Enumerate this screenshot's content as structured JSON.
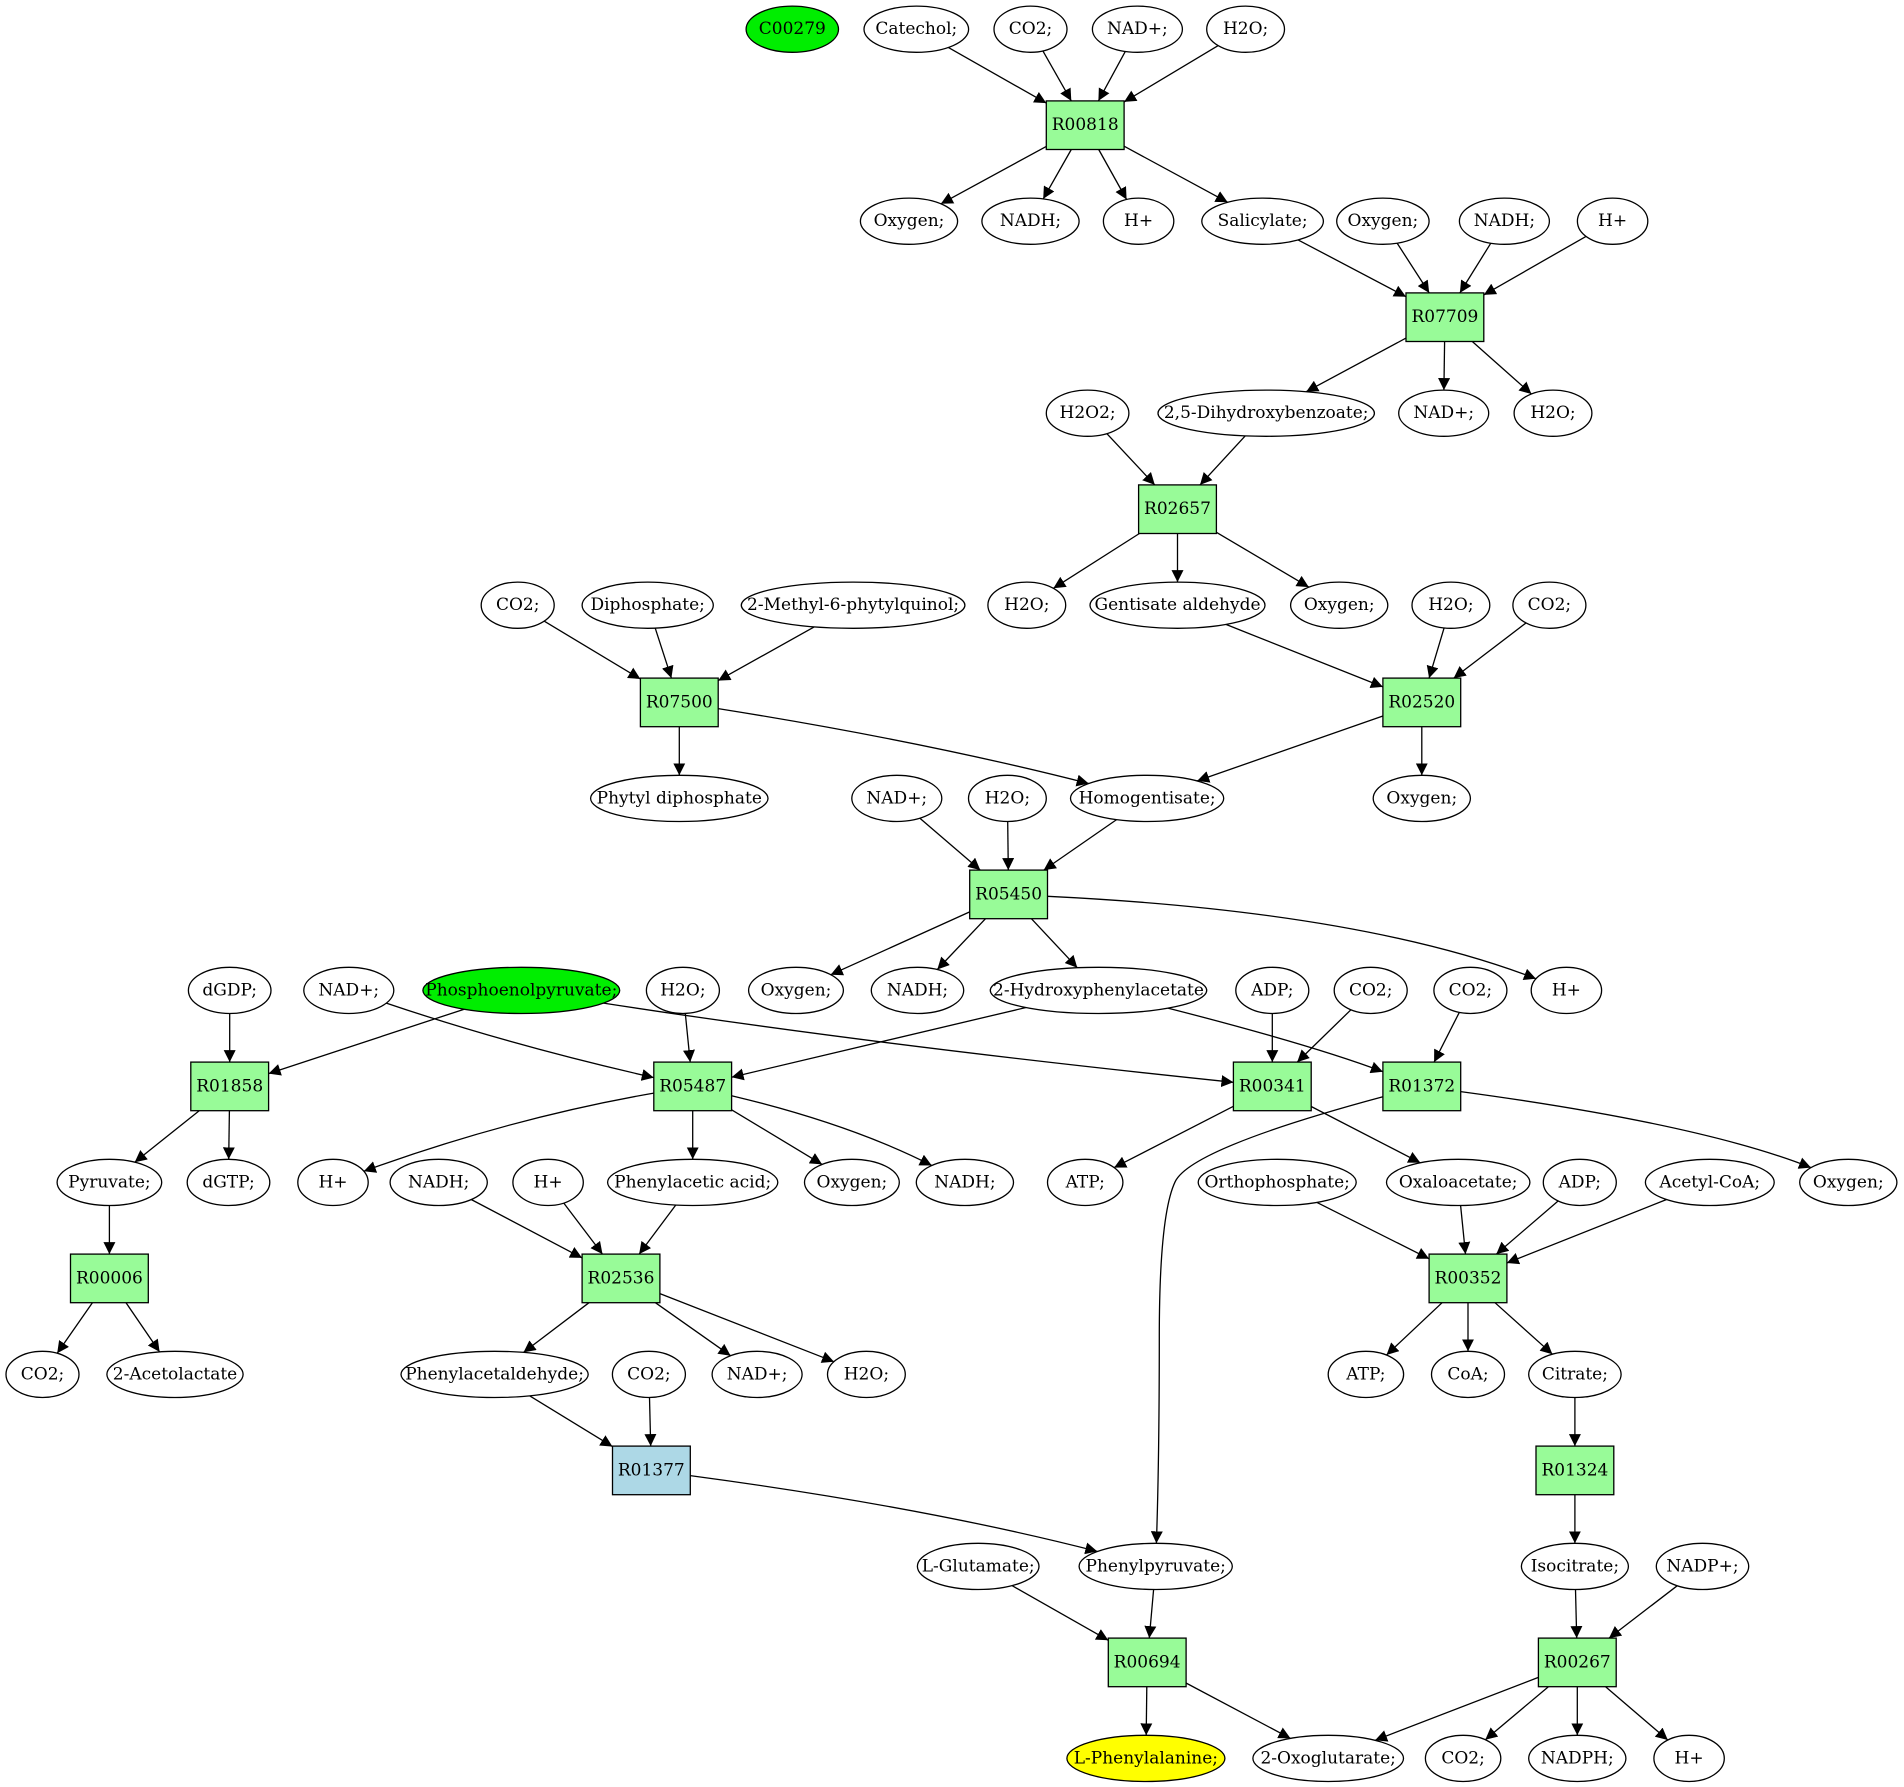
{
  "colors": {
    "reaction": "#98fb98",
    "reaction_highlight": "#add8e6",
    "compound": "#ffffff",
    "compound_source": "#00ee00",
    "compound_target": "#ffff00",
    "stroke": "#000000"
  },
  "nodes": [
    {
      "id": "c00279",
      "label": "C00279",
      "kind": "compound",
      "style": "source"
    },
    {
      "id": "catechol",
      "label": "Catechol;",
      "kind": "compound"
    },
    {
      "id": "co2_a",
      "label": "CO2;",
      "kind": "compound"
    },
    {
      "id": "nadp_a",
      "label": "NAD+;",
      "kind": "compound"
    },
    {
      "id": "h2o_a",
      "label": "H2O;",
      "kind": "compound"
    },
    {
      "id": "R00818",
      "label": "R00818",
      "kind": "reaction"
    },
    {
      "id": "oxy_a",
      "label": "Oxygen;",
      "kind": "compound"
    },
    {
      "id": "nadh_a",
      "label": "NADH;",
      "kind": "compound"
    },
    {
      "id": "hp_a",
      "label": "H+",
      "kind": "compound"
    },
    {
      "id": "salicylate",
      "label": "Salicylate;",
      "kind": "compound"
    },
    {
      "id": "oxy_b",
      "label": "Oxygen;",
      "kind": "compound"
    },
    {
      "id": "nadh_b",
      "label": "NADH;",
      "kind": "compound"
    },
    {
      "id": "hp_b",
      "label": "H+",
      "kind": "compound"
    },
    {
      "id": "R07709",
      "label": "R07709",
      "kind": "reaction"
    },
    {
      "id": "h2o2",
      "label": "H2O2;",
      "kind": "compound"
    },
    {
      "id": "dhb",
      "label": "2,5-Dihydroxybenzoate;",
      "kind": "compound"
    },
    {
      "id": "nadp_b",
      "label": "NAD+;",
      "kind": "compound"
    },
    {
      "id": "h2o_b",
      "label": "H2O;",
      "kind": "compound"
    },
    {
      "id": "R02657",
      "label": "R02657",
      "kind": "reaction"
    },
    {
      "id": "co2_b",
      "label": "CO2;",
      "kind": "compound"
    },
    {
      "id": "diphosphate",
      "label": "Diphosphate;",
      "kind": "compound"
    },
    {
      "id": "mpq",
      "label": "2-Methyl-6-phytylquinol;",
      "kind": "compound"
    },
    {
      "id": "h2o_c",
      "label": "H2O;",
      "kind": "compound"
    },
    {
      "id": "gentisate",
      "label": "Gentisate aldehyde",
      "kind": "compound"
    },
    {
      "id": "oxy_c",
      "label": "Oxygen;",
      "kind": "compound"
    },
    {
      "id": "h2o_d",
      "label": "H2O;",
      "kind": "compound"
    },
    {
      "id": "co2_c",
      "label": "CO2;",
      "kind": "compound"
    },
    {
      "id": "R07500",
      "label": "R07500",
      "kind": "reaction"
    },
    {
      "id": "R02520",
      "label": "R02520",
      "kind": "reaction"
    },
    {
      "id": "phytyl",
      "label": "Phytyl diphosphate",
      "kind": "compound"
    },
    {
      "id": "nadp_c",
      "label": "NAD+;",
      "kind": "compound"
    },
    {
      "id": "h2o_e",
      "label": "H2O;",
      "kind": "compound"
    },
    {
      "id": "homogentisate",
      "label": "Homogentisate;",
      "kind": "compound"
    },
    {
      "id": "oxy_d",
      "label": "Oxygen;",
      "kind": "compound"
    },
    {
      "id": "R05450",
      "label": "R05450",
      "kind": "reaction"
    },
    {
      "id": "dgdp",
      "label": "dGDP;",
      "kind": "compound"
    },
    {
      "id": "nadp_d",
      "label": "NAD+;",
      "kind": "compound"
    },
    {
      "id": "pep",
      "label": "Phosphoenolpyruvate;",
      "kind": "compound",
      "style": "source"
    },
    {
      "id": "h2o_f",
      "label": "H2O;",
      "kind": "compound"
    },
    {
      "id": "oxy_e",
      "label": "Oxygen;",
      "kind": "compound"
    },
    {
      "id": "nadh_c",
      "label": "NADH;",
      "kind": "compound"
    },
    {
      "id": "hpa",
      "label": "2-Hydroxyphenylacetate",
      "kind": "compound"
    },
    {
      "id": "adp_a",
      "label": "ADP;",
      "kind": "compound"
    },
    {
      "id": "co2_d",
      "label": "CO2;",
      "kind": "compound"
    },
    {
      "id": "co2_e",
      "label": "CO2;",
      "kind": "compound"
    },
    {
      "id": "hp_c",
      "label": "H+",
      "kind": "compound"
    },
    {
      "id": "R01858",
      "label": "R01858",
      "kind": "reaction"
    },
    {
      "id": "R05487",
      "label": "R05487",
      "kind": "reaction"
    },
    {
      "id": "R00341",
      "label": "R00341",
      "kind": "reaction"
    },
    {
      "id": "R01372",
      "label": "R01372",
      "kind": "reaction"
    },
    {
      "id": "pyruvate",
      "label": "Pyruvate;",
      "kind": "compound"
    },
    {
      "id": "dgtp",
      "label": "dGTP;",
      "kind": "compound"
    },
    {
      "id": "hp_d",
      "label": "H+",
      "kind": "compound"
    },
    {
      "id": "nadh_d",
      "label": "NADH;",
      "kind": "compound"
    },
    {
      "id": "hp_e",
      "label": "H+",
      "kind": "compound"
    },
    {
      "id": "paa",
      "label": "Phenylacetic acid;",
      "kind": "compound"
    },
    {
      "id": "oxy_f",
      "label": "Oxygen;",
      "kind": "compound"
    },
    {
      "id": "nadh_e",
      "label": "NADH;",
      "kind": "compound"
    },
    {
      "id": "atp_a",
      "label": "ATP;",
      "kind": "compound"
    },
    {
      "id": "orthophosphate",
      "label": "Orthophosphate;",
      "kind": "compound"
    },
    {
      "id": "oxaloacetate",
      "label": "Oxaloacetate;",
      "kind": "compound"
    },
    {
      "id": "adp_b",
      "label": "ADP;",
      "kind": "compound"
    },
    {
      "id": "acetylcoa",
      "label": "Acetyl-CoA;",
      "kind": "compound"
    },
    {
      "id": "oxy_g",
      "label": "Oxygen;",
      "kind": "compound"
    },
    {
      "id": "R00006",
      "label": "R00006",
      "kind": "reaction"
    },
    {
      "id": "R02536",
      "label": "R02536",
      "kind": "reaction"
    },
    {
      "id": "R00352",
      "label": "R00352",
      "kind": "reaction"
    },
    {
      "id": "co2_f",
      "label": "CO2;",
      "kind": "compound"
    },
    {
      "id": "acetolactate",
      "label": "2-Acetolactate",
      "kind": "compound"
    },
    {
      "id": "phenylacetaldehyde",
      "label": "Phenylacetaldehyde;",
      "kind": "compound"
    },
    {
      "id": "co2_g",
      "label": "CO2;",
      "kind": "compound"
    },
    {
      "id": "nadp_e",
      "label": "NAD+;",
      "kind": "compound"
    },
    {
      "id": "h2o_g",
      "label": "H2O;",
      "kind": "compound"
    },
    {
      "id": "atp_b",
      "label": "ATP;",
      "kind": "compound"
    },
    {
      "id": "coa",
      "label": "CoA;",
      "kind": "compound"
    },
    {
      "id": "citrate",
      "label": "Citrate;",
      "kind": "compound"
    },
    {
      "id": "R01377",
      "label": "R01377",
      "kind": "reaction",
      "style": "highlight"
    },
    {
      "id": "R01324",
      "label": "R01324",
      "kind": "reaction"
    },
    {
      "id": "glutamate",
      "label": "L-Glutamate;",
      "kind": "compound"
    },
    {
      "id": "phenylpyruvate",
      "label": "Phenylpyruvate;",
      "kind": "compound"
    },
    {
      "id": "isocitrate",
      "label": "Isocitrate;",
      "kind": "compound"
    },
    {
      "id": "nadpplus",
      "label": "NADP+;",
      "kind": "compound"
    },
    {
      "id": "R00694",
      "label": "R00694",
      "kind": "reaction"
    },
    {
      "id": "R00267",
      "label": "R00267",
      "kind": "reaction"
    },
    {
      "id": "phe",
      "label": "L-Phenylalanine;",
      "kind": "compound",
      "style": "target"
    },
    {
      "id": "oxoglutarate",
      "label": "2-Oxoglutarate;",
      "kind": "compound"
    },
    {
      "id": "co2_h",
      "label": "CO2;",
      "kind": "compound"
    },
    {
      "id": "nadph",
      "label": "NADPH;",
      "kind": "compound"
    },
    {
      "id": "hp_f",
      "label": "H+",
      "kind": "compound"
    }
  ],
  "edges": [
    [
      "catechol",
      "R00818"
    ],
    [
      "co2_a",
      "R00818"
    ],
    [
      "nadp_a",
      "R00818"
    ],
    [
      "h2o_a",
      "R00818"
    ],
    [
      "R00818",
      "oxy_a"
    ],
    [
      "R00818",
      "nadh_a"
    ],
    [
      "R00818",
      "hp_a"
    ],
    [
      "R00818",
      "salicylate"
    ],
    [
      "salicylate",
      "R07709"
    ],
    [
      "oxy_b",
      "R07709"
    ],
    [
      "nadh_b",
      "R07709"
    ],
    [
      "hp_b",
      "R07709"
    ],
    [
      "R07709",
      "dhb"
    ],
    [
      "R07709",
      "nadp_b"
    ],
    [
      "R07709",
      "h2o_b"
    ],
    [
      "h2o2",
      "R02657"
    ],
    [
      "dhb",
      "R02657"
    ],
    [
      "R02657",
      "h2o_c"
    ],
    [
      "R02657",
      "gentisate"
    ],
    [
      "R02657",
      "oxy_c"
    ],
    [
      "co2_b",
      "R07500"
    ],
    [
      "diphosphate",
      "R07500"
    ],
    [
      "mpq",
      "R07500"
    ],
    [
      "R07500",
      "phytyl"
    ],
    [
      "R07500",
      "homogentisate"
    ],
    [
      "gentisate",
      "R02520"
    ],
    [
      "h2o_d",
      "R02520"
    ],
    [
      "co2_c",
      "R02520"
    ],
    [
      "R02520",
      "homogentisate"
    ],
    [
      "R02520",
      "oxy_d"
    ],
    [
      "nadp_c",
      "R05450"
    ],
    [
      "h2o_e",
      "R05450"
    ],
    [
      "homogentisate",
      "R05450"
    ],
    [
      "R05450",
      "oxy_e"
    ],
    [
      "R05450",
      "nadh_c"
    ],
    [
      "R05450",
      "hpa"
    ],
    [
      "R05450",
      "hp_c"
    ],
    [
      "dgdp",
      "R01858"
    ],
    [
      "pep",
      "R01858"
    ],
    [
      "R01858",
      "pyruvate"
    ],
    [
      "R01858",
      "dgtp"
    ],
    [
      "nadp_d",
      "R05487"
    ],
    [
      "h2o_f",
      "R05487"
    ],
    [
      "hpa",
      "R05487"
    ],
    [
      "R05487",
      "hp_d"
    ],
    [
      "R05487",
      "paa"
    ],
    [
      "R05487",
      "oxy_f"
    ],
    [
      "R05487",
      "nadh_e"
    ],
    [
      "pep",
      "R00341"
    ],
    [
      "adp_a",
      "R00341"
    ],
    [
      "co2_d",
      "R00341"
    ],
    [
      "R00341",
      "atp_a"
    ],
    [
      "R00341",
      "oxaloacetate"
    ],
    [
      "hpa",
      "R01372"
    ],
    [
      "co2_e",
      "R01372"
    ],
    [
      "R01372",
      "phenylpyruvate"
    ],
    [
      "R01372",
      "oxy_g"
    ],
    [
      "pyruvate",
      "R00006"
    ],
    [
      "R00006",
      "co2_f"
    ],
    [
      "R00006",
      "acetolactate"
    ],
    [
      "nadh_d",
      "R02536"
    ],
    [
      "hp_e",
      "R02536"
    ],
    [
      "paa",
      "R02536"
    ],
    [
      "R02536",
      "phenylacetaldehyde"
    ],
    [
      "R02536",
      "nadp_e"
    ],
    [
      "R02536",
      "h2o_g"
    ],
    [
      "orthophosphate",
      "R00352"
    ],
    [
      "oxaloacetate",
      "R00352"
    ],
    [
      "adp_b",
      "R00352"
    ],
    [
      "acetylcoa",
      "R00352"
    ],
    [
      "R00352",
      "atp_b"
    ],
    [
      "R00352",
      "coa"
    ],
    [
      "R00352",
      "citrate"
    ],
    [
      "phenylacetaldehyde",
      "R01377"
    ],
    [
      "co2_g",
      "R01377"
    ],
    [
      "R01377",
      "phenylpyruvate"
    ],
    [
      "citrate",
      "R01324"
    ],
    [
      "R01324",
      "isocitrate"
    ],
    [
      "glutamate",
      "R00694"
    ],
    [
      "phenylpyruvate",
      "R00694"
    ],
    [
      "R00694",
      "phe"
    ],
    [
      "R00694",
      "oxoglutarate"
    ],
    [
      "isocitrate",
      "R00267"
    ],
    [
      "nadpplus",
      "R00267"
    ],
    [
      "R00267",
      "oxoglutarate"
    ],
    [
      "R00267",
      "co2_h"
    ],
    [
      "R00267",
      "nadph"
    ],
    [
      "R00267",
      "hp_f"
    ]
  ]
}
